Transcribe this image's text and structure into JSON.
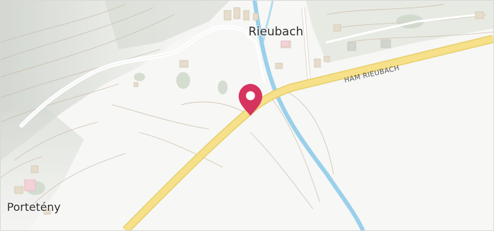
{
  "map": {
    "places": {
      "rieubach": "Rieubach",
      "portetheny": "Portetény"
    },
    "roads": {
      "main_road_label": "HAM RIEUBACH"
    },
    "marker": {
      "icon": "map-pin-icon",
      "color": "#d6335f"
    },
    "colors": {
      "road_major": "#f7e08a",
      "road_major_casing": "#e7cf6a",
      "river": "#9ad0ea",
      "path": "#ffffff",
      "forest_shade": "#d9dcd7",
      "building": "#e6dccb",
      "contour": "#c9b9a4"
    }
  }
}
